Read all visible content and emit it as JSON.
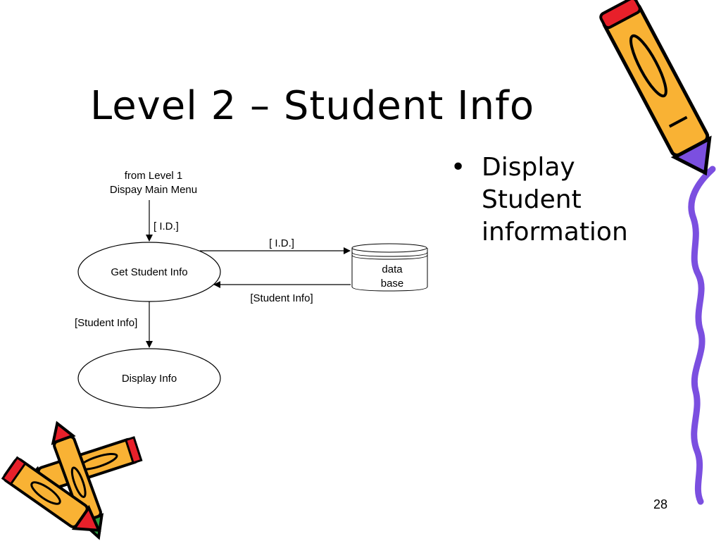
{
  "slide": {
    "title": "Level 2 – Student Info",
    "bullets": [
      {
        "mark": "•",
        "text": "Display Student information"
      }
    ],
    "page_number": "28"
  },
  "diagram": {
    "source_label_line1": "from Level 1",
    "source_label_line2": "Dispay Main Menu",
    "arrow_in_label": "[ I.D.]",
    "process_get": "Get Student Info",
    "arrow_to_db_label": "[ I.D.]",
    "db_line1": "data",
    "db_line2": "base",
    "arrow_from_db_label": "[Student Info]",
    "arrow_down_label": "[Student Info]",
    "process_display": "Display Info"
  },
  "colors": {
    "pencil_body": "#F9B234",
    "pencil_tip_purple": "#7B4FE0",
    "pencil_tip_red": "#E8202A",
    "pencil_tip_green": "#2EA043",
    "squiggle": "#7B4FE0"
  }
}
